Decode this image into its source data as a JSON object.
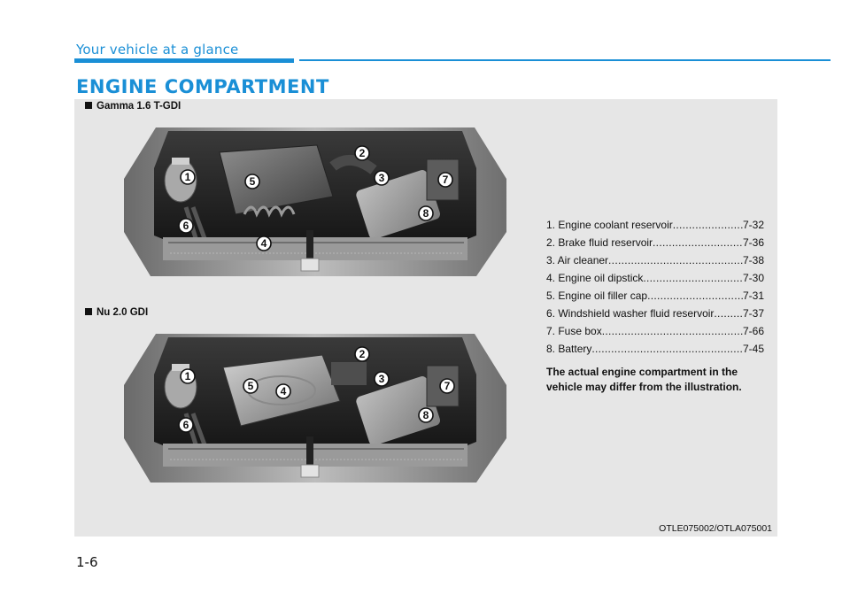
{
  "header": {
    "section": "Your vehicle at a glance"
  },
  "title": "ENGINE COMPARTMENT",
  "variants": [
    {
      "label": "Gamma 1.6 T-GDI"
    },
    {
      "label": "Nu 2.0 GDI"
    }
  ],
  "callouts": {
    "n1": "1",
    "n2": "2",
    "n3": "3",
    "n4": "4",
    "n5": "5",
    "n6": "6",
    "n7": "7",
    "n8": "8"
  },
  "legend": [
    {
      "label": "1. Engine coolant reservoir ",
      "page": "7-32"
    },
    {
      "label": "2. Brake fluid reservoir ",
      "page": "7-36"
    },
    {
      "label": "3. Air cleaner",
      "page": "7-38"
    },
    {
      "label": "4. Engine oil dipstick ",
      "page": "7-30"
    },
    {
      "label": "5. Engine oil filler cap ",
      "page": "7-31"
    },
    {
      "label": "6. Windshield washer fluid reservoir ",
      "page": "7-37"
    },
    {
      "label": "7. Fuse box ",
      "page": "7-66"
    },
    {
      "label": "8. Battery ",
      "page": "7-45"
    }
  ],
  "note": "The actual engine compartment in the vehicle may differ from the illustration.",
  "image_code": "OTLE075002/OTLA075001",
  "page_number": "1-6"
}
